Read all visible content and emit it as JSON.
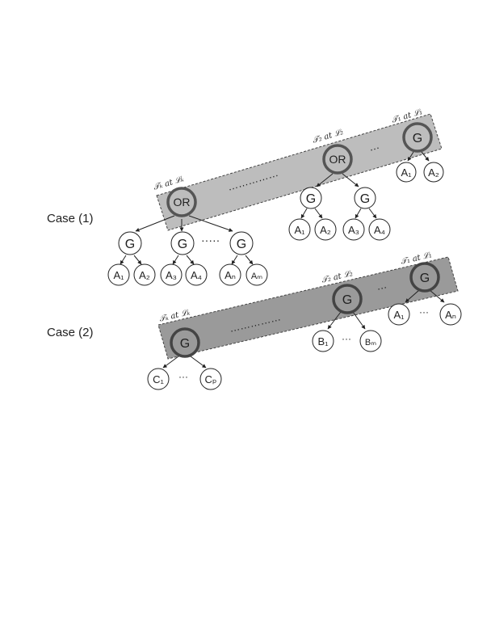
{
  "case1": {
    "label": "Case (1)",
    "band_labels": {
      "tk": "𝒯ₖ at ℒₖ",
      "t2": "𝒯₂ at ℒ₂",
      "t1": "𝒯₁ at ℒ₁"
    },
    "band_dots": "……………",
    "band_ellipsis": "…",
    "or_k": "OR",
    "or_2": "OR",
    "g_top": "G",
    "g_k": [
      "G",
      "G",
      "G"
    ],
    "g_k_ellipsis": "·····",
    "g_2": [
      "G",
      "G"
    ],
    "leaves_top": [
      "A₁",
      "A₂"
    ],
    "leaves_k": [
      "A₁",
      "A₂",
      "A₃",
      "A₄",
      "Aₙ",
      "Aₘ"
    ],
    "leaves_2": [
      "A₁",
      "A₂",
      "A₃",
      "A₄"
    ]
  },
  "case2": {
    "label": "Case (2)",
    "band_labels": {
      "tk": "𝒯ₖ at ℒₖ",
      "t2": "𝒯₂ at ℒ₂",
      "t1": "𝒯₁ at ℒ₁"
    },
    "band_dots": "……………",
    "band_ellipsis": "…",
    "g_k": "G",
    "g_2": "G",
    "g_1": "G",
    "leaves_k": [
      "C₁",
      "Cₚ"
    ],
    "leaves_2": [
      "B₁",
      "Bₘ"
    ],
    "leaves_1": [
      "A₁",
      "Aₙ"
    ],
    "leaf_ellipsis": "···"
  },
  "colors": {
    "band_case1": "#bdbdbd",
    "band_case2": "#9a9a9a",
    "thick_node_stroke": "#555555",
    "node_text_gray": "#555555"
  }
}
